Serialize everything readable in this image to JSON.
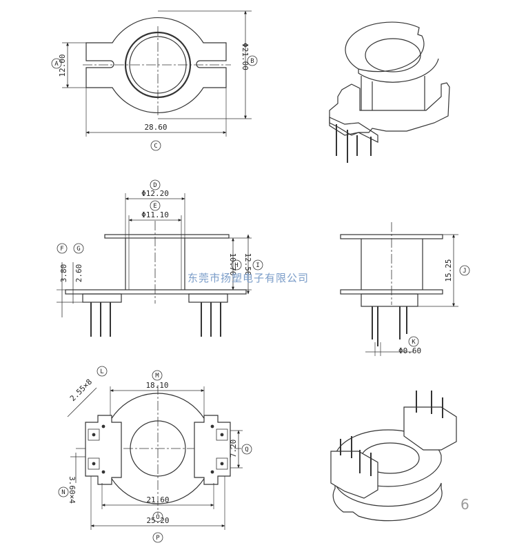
{
  "top_view": {
    "dims": {
      "height": "12.00",
      "outer_dia": "Φ21.00",
      "width": "28.60"
    },
    "markers": {
      "height": "A",
      "outer_dia": "B",
      "width": "C"
    }
  },
  "side_view": {
    "dims": {
      "bore_outer": "Φ12.20",
      "bore_inner": "Φ11.10",
      "pin_base": "3.80",
      "flange": "2.60",
      "winding_h": "10.70",
      "total_h": "12.50"
    },
    "markers": {
      "bore_outer": "D",
      "bore_inner": "E",
      "pin_base": "F",
      "flange": "G",
      "winding_h": "H",
      "total_h": "I"
    }
  },
  "end_view": {
    "dims": {
      "height": "15.25",
      "pin_dia": "Φ0.60"
    },
    "markers": {
      "height": "J",
      "pin_dia": "K"
    }
  },
  "bottom_view": {
    "dims": {
      "pin_pitch": "2.55×8",
      "inner_span": "18.10",
      "row_pitch": "7.20",
      "slot": "3.60×4",
      "pin_span": "21.60",
      "overall": "25.20"
    },
    "markers": {
      "pin_pitch": "L",
      "inner_span": "M",
      "row_pitch": "Q",
      "slot": "N",
      "pin_span": "O",
      "overall": "P"
    }
  },
  "watermark": "东莞市扬塑电子有限公司",
  "page_number": "6"
}
